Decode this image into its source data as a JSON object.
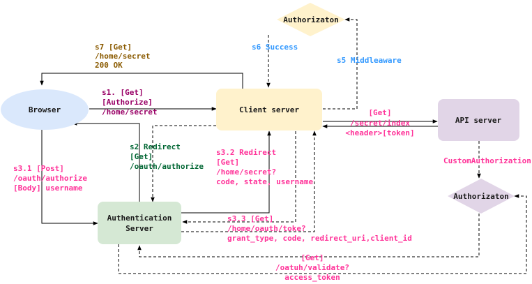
{
  "colors": {
    "browser_fill": "#dae8fc",
    "client_fill": "#fff2cc",
    "api_fill": "#e1d5e7",
    "auth_server_fill": "#d5e8d4",
    "authz_top_fill": "#fff2cc",
    "authz_right_fill": "#e1d5e7",
    "edge": "#000000",
    "brown": "#8a5a00",
    "magenta": "#990066",
    "pink": "#ff3399",
    "green": "#006633",
    "blue": "#3399ff"
  },
  "nodes": {
    "browser": "Browser",
    "client_server": "Client server",
    "api_server": "API server",
    "auth_server_line1": "Authentication",
    "auth_server_line2": "Server",
    "authz_top": "Authorizaton",
    "authz_right": "Authorizaton"
  },
  "labels": {
    "s7": [
      "s7 [Get]",
      "/home/secret",
      "200 OK"
    ],
    "s1": [
      "s1. [Get]",
      "[Authorize]",
      "/home/secret"
    ],
    "s6": [
      "s6 Success"
    ],
    "s5": [
      "s5 Middleaware"
    ],
    "api_get": [
      "[Get]",
      "/secret/index",
      "<header>[token]"
    ],
    "custom_auth": [
      "CustomAuthorization"
    ],
    "s2": [
      "s2 Redirect",
      "[Get]",
      "/oauth/authorize"
    ],
    "s31": [
      "s3.1 [Post]",
      "/oauth/authorize",
      "[Body] username"
    ],
    "s32": [
      "s3.2 Redirect",
      "[Get]",
      "/home/secret?",
      "code, state, username"
    ],
    "s33": [
      "s3.3 [Get]",
      "/home/oauth/toke?",
      "grant_type, code, redirect_uri,client_id"
    ],
    "validate": [
      "[Get]",
      "/oatuh/validate?",
      "access_token"
    ]
  }
}
